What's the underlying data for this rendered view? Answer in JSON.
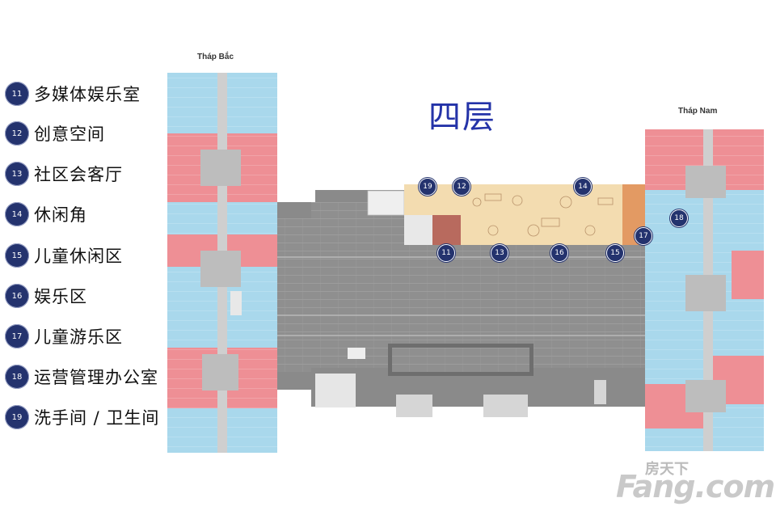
{
  "floor_title": "四层",
  "towers": {
    "north": "Tháp Bắc",
    "south": "Tháp Nam"
  },
  "legend": [
    {
      "num": "11",
      "label": "多媒体娱乐室"
    },
    {
      "num": "12",
      "label": "创意空间"
    },
    {
      "num": "13",
      "label": "社区会客厅"
    },
    {
      "num": "14",
      "label": "休闲角"
    },
    {
      "num": "15",
      "label": "儿童休闲区"
    },
    {
      "num": "16",
      "label": "娱乐区"
    },
    {
      "num": "17",
      "label": "儿童游乐区"
    },
    {
      "num": "18",
      "label": "运营管理办公室"
    },
    {
      "num": "19",
      "label": "洗手间 / 卫生间"
    }
  ],
  "markers": [
    "19",
    "12",
    "14",
    "18",
    "17",
    "11",
    "13",
    "16",
    "15"
  ],
  "watermark": {
    "cn": "房天下",
    "en": "Fang.com"
  },
  "colors": {
    "badge": "#24336e",
    "title": "#2433a8",
    "unit_blue": "#a9d8ec",
    "unit_red": "#ee8f95",
    "parking": "#8c8c8c",
    "amenity": "#f3dcb0",
    "amenity_orange": "#e39a63"
  }
}
